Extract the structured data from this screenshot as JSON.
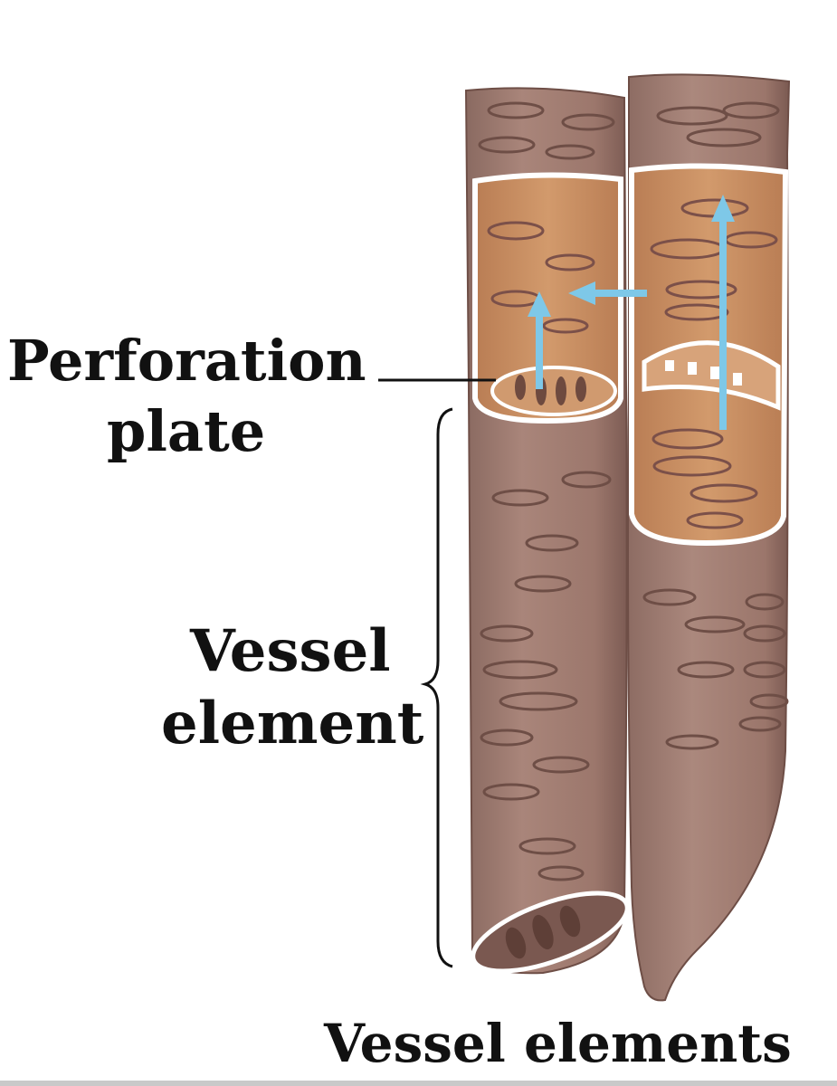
{
  "labels": {
    "perforation_plate_line1": "Perforation",
    "perforation_plate_line2": "plate",
    "vessel_element_line1": "Vessel",
    "vessel_element_line2": "element",
    "caption": "Vessel elements"
  },
  "colors": {
    "cell_wall": "#a27d72",
    "cell_wall_dark": "#7a5850",
    "cell_interior": "#c98f61",
    "pit_outline": "#6e4e46",
    "water_flow_arrow": "#7ec8e8",
    "cut_edge": "#ffffff",
    "label_text": "#111111"
  },
  "icons": {
    "flow_arrow": "arrow-up-icon",
    "lateral_arrow": "arrow-left-icon"
  }
}
